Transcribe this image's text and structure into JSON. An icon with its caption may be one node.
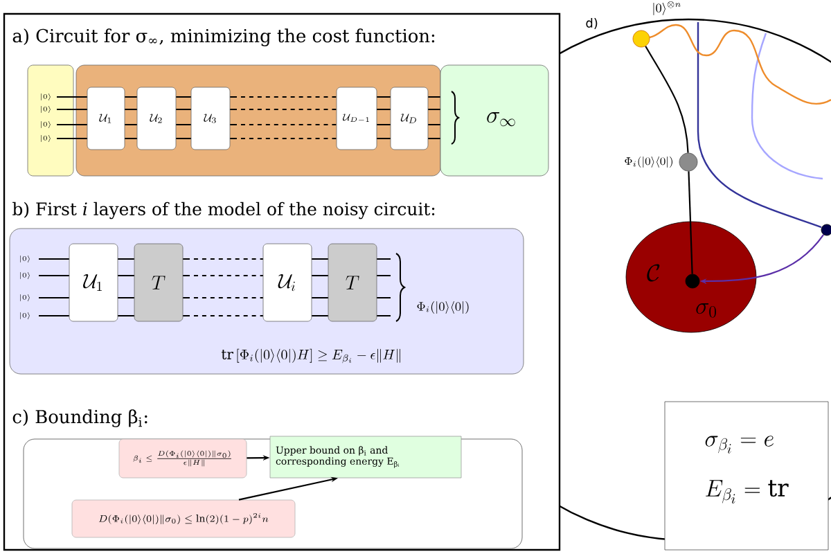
{
  "diagram": {
    "nodes": [
      {
        "text": [
          "|0\\rangle",
          "|0\\rangle",
          "|0\\rangle",
          "|0\\rangle"
        ]
      },
      {
        "text": [],
        "shape": "box"
      },
      {
        "text": [
          "\\mathcal{U}_1"
        ],
        "in": 1
      },
      {
        "text": [
          "\\mathcal{U}_2"
        ],
        "in": 1
      },
      {
        "text": [
          "\\mathcal{U}_3"
        ],
        "in": 1
      },
      {
        "text": [
          "\\mathcal{U}_{D-1}"
        ],
        "in": 1
      },
      {
        "text": [
          "\\mathcal{U}_D"
        ],
        "in": 1
      },
      {
        "text": [
          "\\sigma_\\infty"
        ]
      },
      {
        "text": [
          "|0\\rangle",
          "|0\\rangle",
          "|0\\rangle",
          "|0\\rangle",
          "\\Phi_i(|0\\rangle\\langle 0|)",
          "\\mathrm{tr}\\left[\\Phi_i(|0\\rangle\\langle 0|)H\\right] \\geq E_{\\beta_i} - \\epsilon\\|H\\|"
        ]
      },
      {
        "text": [
          "\\mathcal{U}_1"
        ],
        "in": 8
      },
      {
        "text": [
          "T"
        ],
        "in": 8
      },
      {
        "text": [
          "\\mathcal{U}_i"
        ],
        "in": 8
      },
      {
        "text": [
          "T"
        ],
        "in": 8
      },
      {
        "text": [],
        "shape": "box"
      },
      {
        "text": [
          "\\beta_i \\leq \\frac{D(\\Phi_i(|0\\rangle\\langle 0|)\\|\\sigma_0)}{\\epsilon\\|H\\|}"
        ],
        "in": 13
      },
      {
        "text": [
          "Upper bound on β$_{i}$ and corresponding energy E$_{βᵢ}$"
        ],
        "in": 13
      },
      {
        "text": [
          "D(\\Phi_i(|0\\rangle\\langle 0|)\\|\\sigma_0) \\leq \\ln(2)(1-p)^{2i}n"
        ],
        "in": 13
      },
      {
        "text": [],
        "shape": "circle",
        "beside": [
          "|0\\rangle^{\\otimes n}"
        ]
      },
      {
        "text": [],
        "shape": "circle",
        "beside": [
          "\\Phi_i(|0\\rangle\\langle 0|)"
        ]
      },
      {
        "text": [
          "\\mathcal{C}"
        ]
      },
      {
        "text": [],
        "shape": "circle",
        "beside": [
          "\\sigma_0"
        ],
        "in": 19
      },
      {
        "text": [],
        "shape": "circle"
      },
      {
        "text": [
          "\\sigma_{\\beta_i} = e",
          "E_{\\beta_i} = \\mathrm{tr}"
        ]
      }
    ],
    "edges": [
      {
        "from": 14,
        "to": 15,
        "arrow": "to"
      },
      {
        "from": 16,
        "to": 15,
        "arrow": "to"
      },
      {
        "from": 17,
        "to": 18,
        "arrow": "none"
      },
      {
        "from": 18,
        "to": 20,
        "arrow": "none"
      },
      {
        "from": 21,
        "to": 20,
        "arrow": "to",
        "color": "#5b2fa8"
      }
    ],
    "labels": [
      "a) Circuit for σ$_{∞}$, minimizing the cost function:",
      "b) First *i* layers of the model of the noisy circuit:",
      "c) Bounding β$_{i}$:",
      "d)"
    ]
  }
}
